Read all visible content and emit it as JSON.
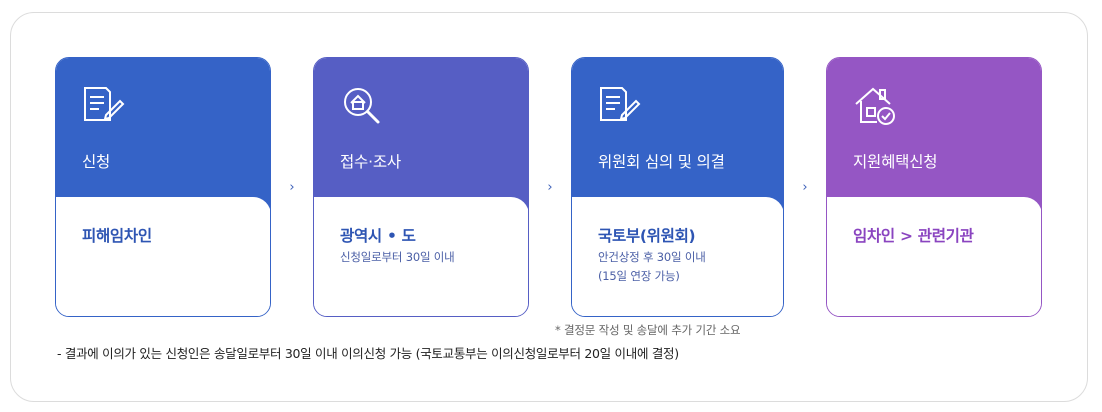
{
  "steps": [
    {
      "title": "신청",
      "target": "피해임차인",
      "notes": []
    },
    {
      "title": "접수·조사",
      "target": "광역시 • 도",
      "notes": [
        "신청일로부터 30일 이내"
      ]
    },
    {
      "title": "위원회 심의 및 의결",
      "target": "국토부(위원회)",
      "notes": [
        "안건상정 후 30일 이내",
        "(15일 연장 가능)"
      ]
    },
    {
      "title": "지원혜택신청",
      "target": "임차인 > 관련기관",
      "notes": []
    }
  ],
  "arrow_glyph": "›",
  "footnote": "* 결정문 작성 및 송달에 추가 기간 소요",
  "bullet_note": "- 결과에 이의가 있는 신청인은 송달일로부터 30일 이내 이의신청 가능 (국토교통부는 이의신청일로부터 20일 이내에 결정)",
  "colors": {
    "blue": "#3563c7",
    "indigo": "#565ec4",
    "purple": "#9556c4",
    "blue_text": "#2e55b3",
    "purple_text": "#8a44c0"
  },
  "icons": [
    "document-edit-icon",
    "search-house-icon",
    "document-edit-icon",
    "house-check-icon"
  ]
}
